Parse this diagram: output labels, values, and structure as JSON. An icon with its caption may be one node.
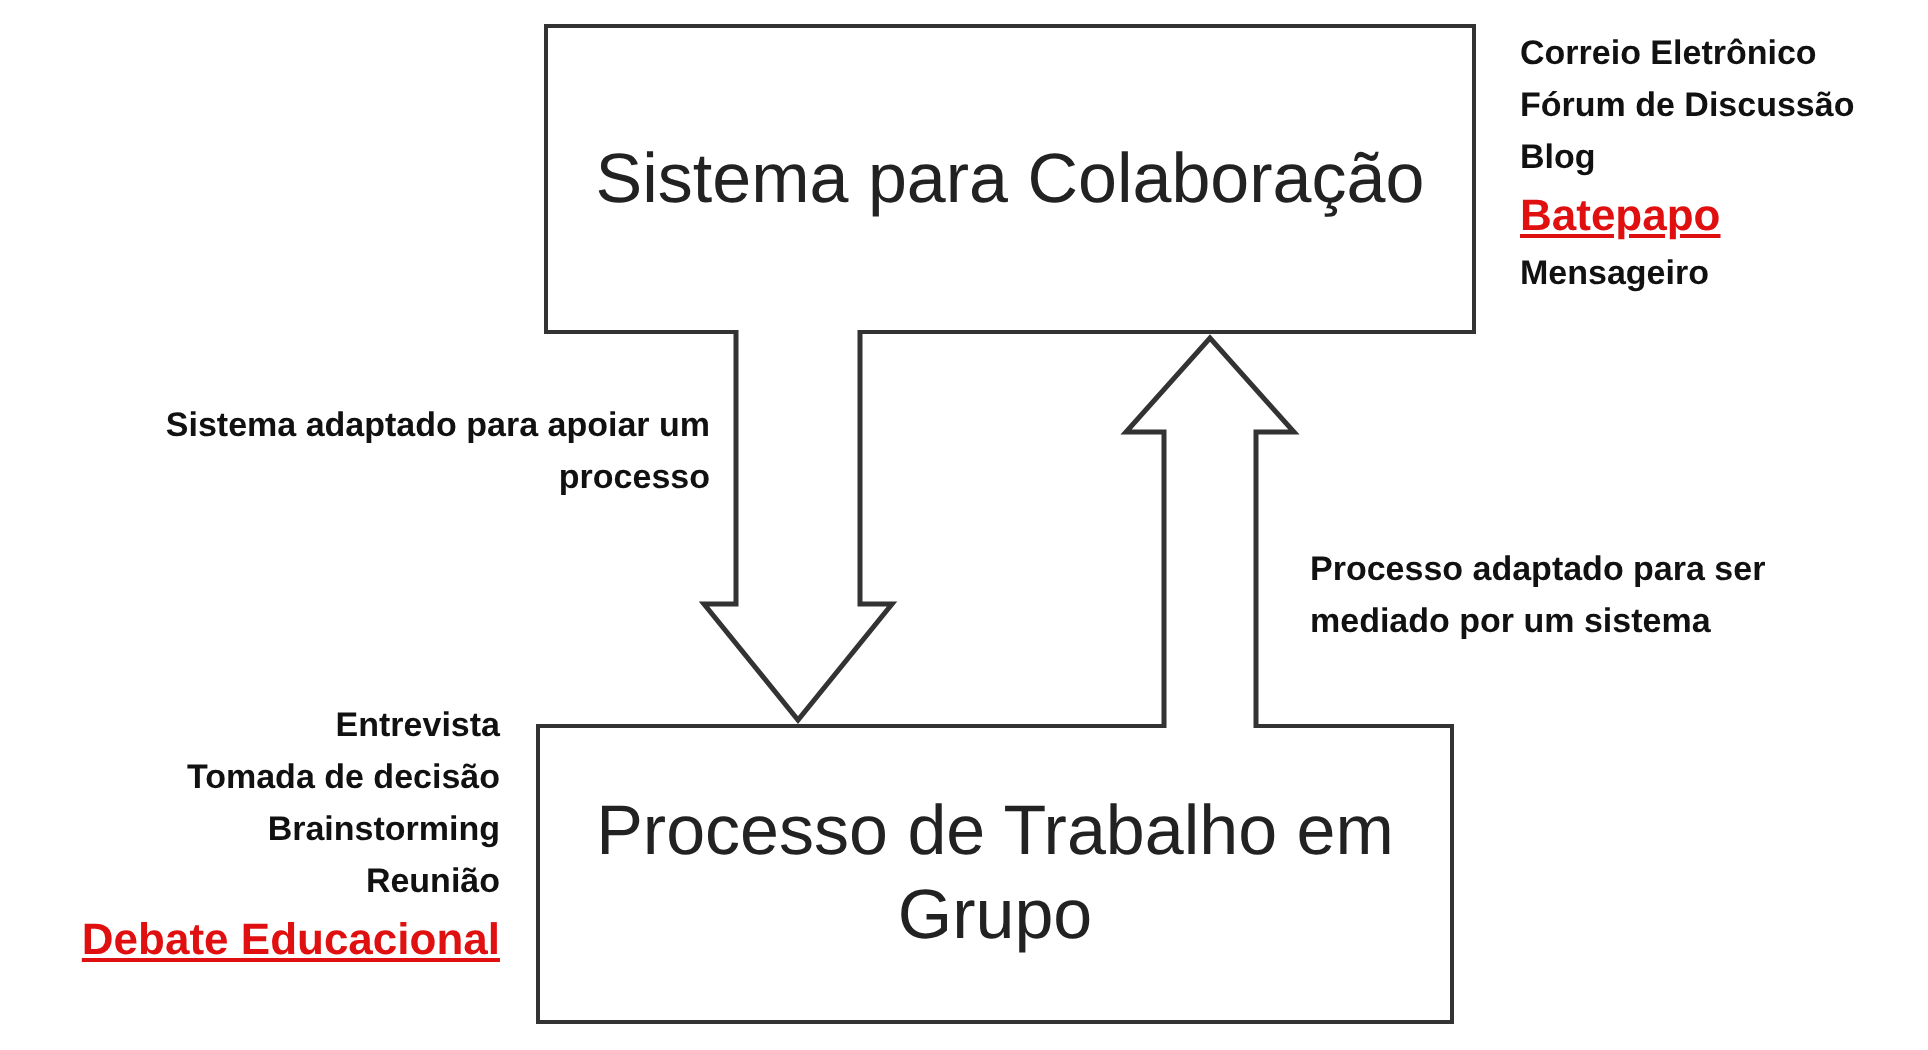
{
  "diagram": {
    "nodes": [
      {
        "text": [
          "Sistema para Colaboração"
        ],
        "beside": [
          "Correio Eletrônico",
          "Fórum de Discussão",
          "Blog",
          "Batepapo",
          "Mensageiro"
        ]
      },
      {
        "text": [
          "Processo de Trabalho em Grupo"
        ],
        "beside": [
          "Entrevista",
          "Tomada de decisão",
          "Brainstorming",
          "Reunião",
          "Debate Educacional"
        ]
      }
    ],
    "edges": [
      {
        "from": 0,
        "to": 1,
        "arrow": "to",
        "label": "Sistema adaptado para apoiar um processo"
      },
      {
        "from": 1,
        "to": 0,
        "arrow": "to",
        "label": "Processo adaptado para ser mediado por um sistema"
      }
    ]
  }
}
